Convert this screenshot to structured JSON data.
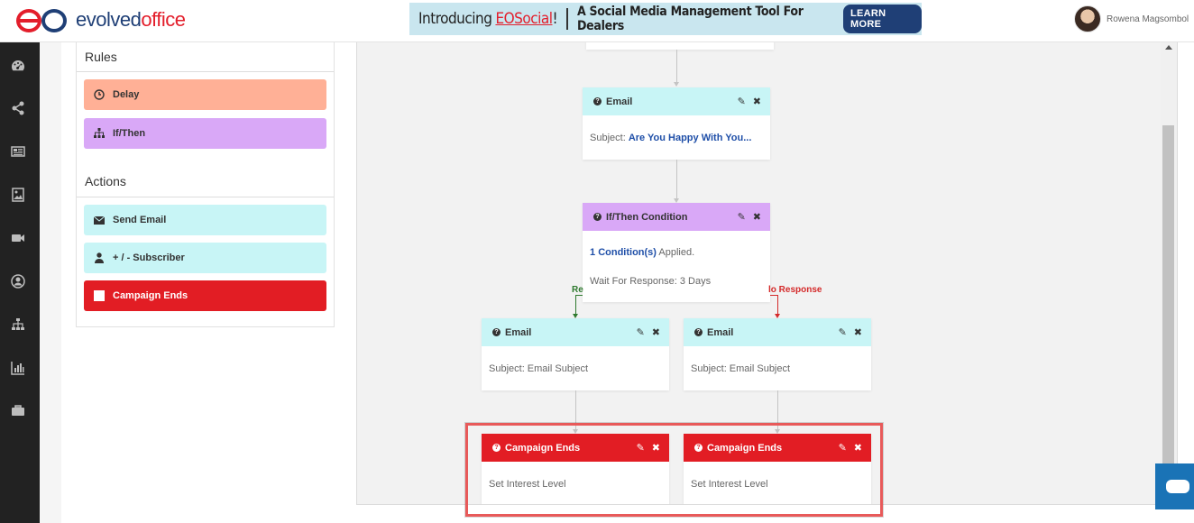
{
  "header": {
    "logo": {
      "part1": "evolved",
      "part2": "office"
    },
    "banner": {
      "intro": "Introducing",
      "brand": "EOSocial",
      "exclaim": "!",
      "tagline": "A Social Media Management Tool For Dealers",
      "cta": "LEARN MORE"
    },
    "user_name": "Rowena Magsombol"
  },
  "sidebar": {
    "icons": [
      "dashboard-icon",
      "share-icon",
      "newspaper-icon",
      "image-icon",
      "video-icon",
      "user-circle-icon",
      "sitemap-icon",
      "bar-chart-icon",
      "briefcase-icon"
    ]
  },
  "rules": {
    "title": "Rules",
    "items": [
      {
        "label": "Delay",
        "color": "#ffb096"
      },
      {
        "label": "If/Then",
        "color": "#d9a8f7"
      }
    ]
  },
  "actions": {
    "title": "Actions",
    "items": [
      {
        "label": "Send Email",
        "color": "#c8f5f6"
      },
      {
        "label": "+ / - Subscriber",
        "color": "#c8f5f6"
      },
      {
        "label": "Campaign Ends",
        "color": "#e21d24"
      }
    ]
  },
  "flow": {
    "email_top": {
      "title": "Email",
      "subject_prefix": "Subject:",
      "subject": "Are You Happy With You..."
    },
    "ifthen": {
      "title": "If/Then Condition",
      "count": "1",
      "condition_label": "Condition(s)",
      "applied": "Applied.",
      "wait": "Wait For Response: 3 Days"
    },
    "branch_left_label": "Re",
    "branch_right_label": "lo Response",
    "email_left": {
      "title": "Email",
      "subject": "Subject: Email Subject"
    },
    "email_right": {
      "title": "Email",
      "subject": "Subject: Email Subject"
    },
    "end_left": {
      "title": "Campaign Ends",
      "body": "Set Interest Level"
    },
    "end_right": {
      "title": "Campaign Ends",
      "body": "Set Interest Level"
    }
  },
  "colors": {
    "brand_red": "#e31e2b",
    "brand_navy": "#1f3f76",
    "email_cyan": "#c8f5f6",
    "ifthen_purple": "#d9a8f7",
    "end_red": "#e21d24",
    "highlight": "#e85a5a"
  }
}
